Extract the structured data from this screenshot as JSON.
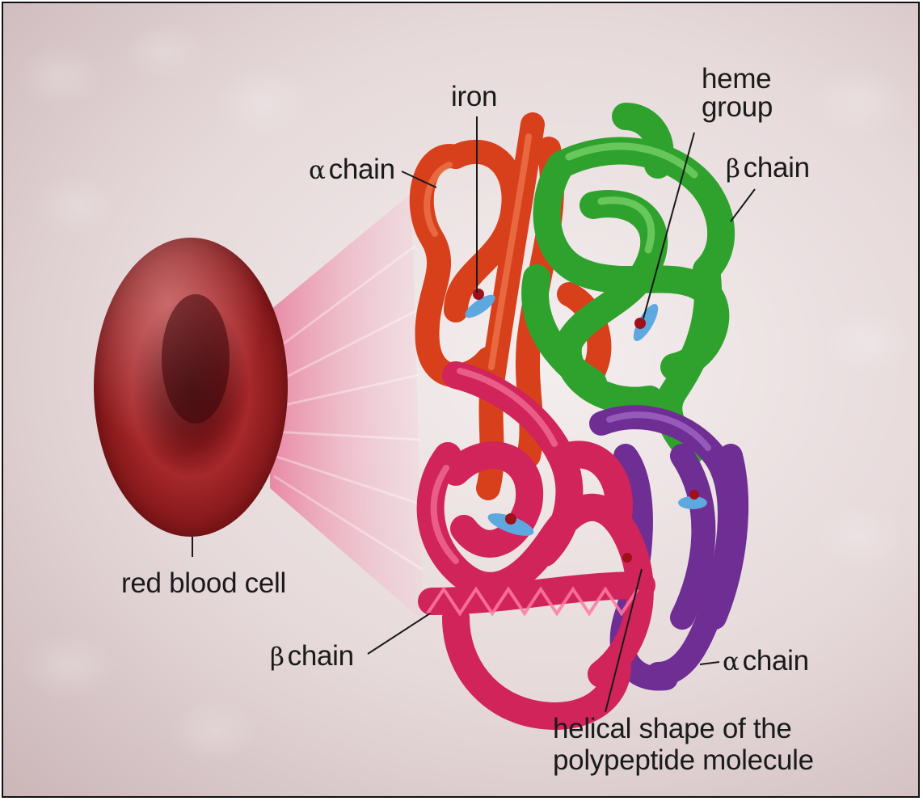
{
  "labels": {
    "iron": "iron",
    "heme_group_line1": "heme",
    "heme_group_line2": "group",
    "alpha_chain_top": {
      "symbol": "α",
      "text": "chain"
    },
    "beta_chain_top": {
      "symbol": "β",
      "text": "chain"
    },
    "red_blood_cell": "red blood cell",
    "beta_chain_bottom": {
      "symbol": "β",
      "text": "chain"
    },
    "alpha_chain_bottom": {
      "symbol": "α",
      "text": "chain"
    },
    "helical_line1": "helical shape of the",
    "helical_line2": "polypeptide molecule"
  },
  "colors": {
    "alpha_chain_top": "#d8401c",
    "beta_chain_top": "#3cb43a",
    "beta_chain_bottom": "#d8285a",
    "alpha_chain_bottom": "#7a3a9e",
    "red_blood_cell": "#8e1a1c",
    "heme": "#5ea8e0",
    "iron": "#a0101a"
  }
}
